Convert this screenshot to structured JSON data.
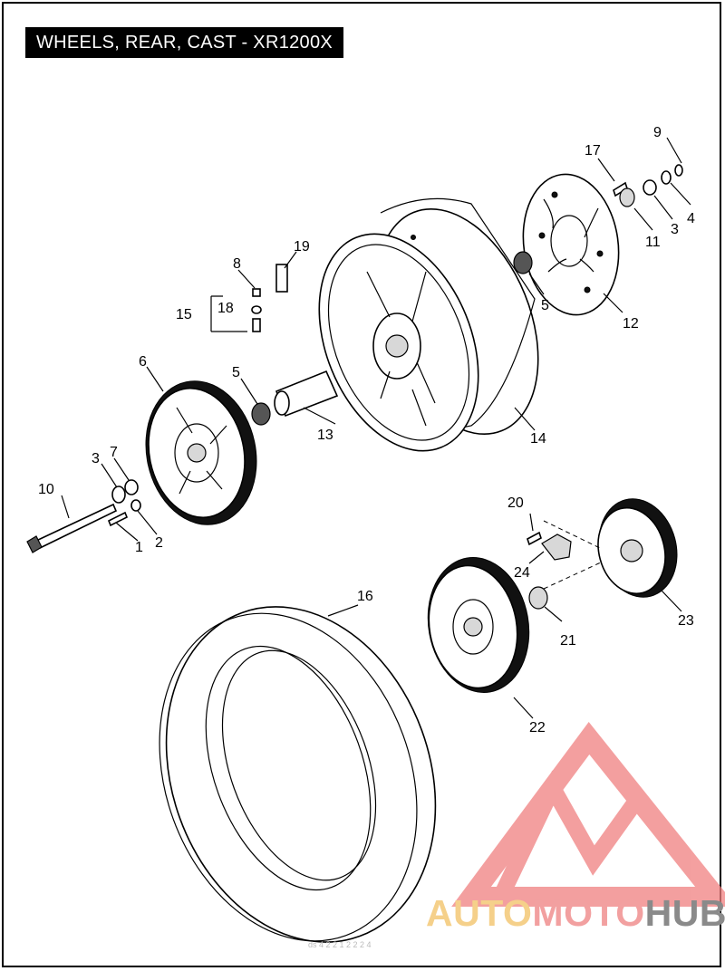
{
  "title": "WHEELS, REAR, CAST - XR1200X",
  "callouts": [
    "1",
    "2",
    "3",
    "3",
    "4",
    "5",
    "5",
    "6",
    "7",
    "8",
    "9",
    "10",
    "11",
    "12",
    "13",
    "14",
    "15",
    "16",
    "17",
    "18",
    "19",
    "20",
    "21",
    "22",
    "23",
    "24"
  ],
  "watermark": {
    "part1": "AUTO",
    "part2": "MOTO",
    "part3": "HUB",
    "colors": [
      "#f5d08a",
      "#f2a0a0",
      "#8a8a8a"
    ]
  },
  "footer_code": "ds 4 2 2 1 2 2 2 4"
}
